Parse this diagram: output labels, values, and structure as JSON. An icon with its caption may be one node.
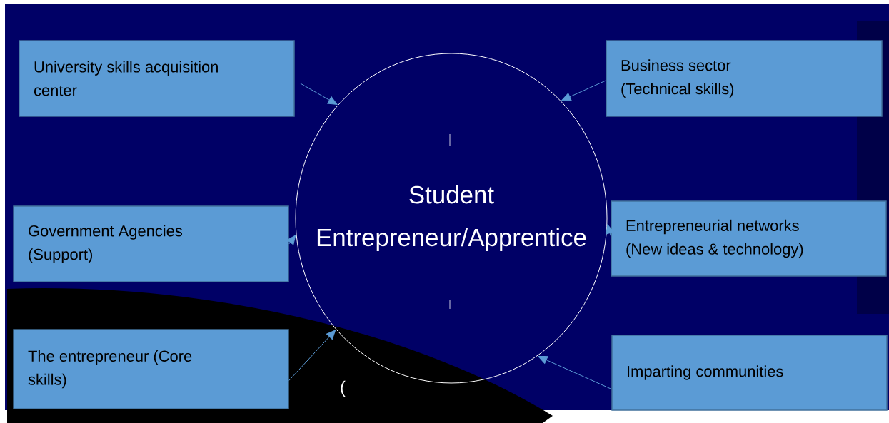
{
  "diagram": {
    "nodes": [
      {
        "text": [
          "University skills acquisition center"
        ]
      },
      {
        "text": [
          "Business sector (Technical skills)"
        ]
      },
      {
        "text": [
          "Student Entrepreneur/Apprentice"
        ]
      },
      {
        "text": [
          "Government Agencies (Support)"
        ]
      },
      {
        "text": [
          "Entrepreneurial networks (New ideas & technology)"
        ]
      },
      {
        "text": [
          "The entrepreneur (Core skills)"
        ]
      },
      {
        "text": [
          "Imparting communities"
        ]
      }
    ],
    "edges": [
      {
        "from": 0,
        "to": 2,
        "arrow": "to"
      },
      {
        "from": 1,
        "to": 2,
        "arrow": "to"
      },
      {
        "from": 3,
        "to": 2,
        "arrow": "to"
      },
      {
        "from": 4,
        "to": 2,
        "arrow": "to"
      },
      {
        "from": 5,
        "to": 2,
        "arrow": "to"
      },
      {
        "from": 6,
        "to": 2,
        "arrow": "to"
      }
    ],
    "labels": [
      "("
    ]
  }
}
